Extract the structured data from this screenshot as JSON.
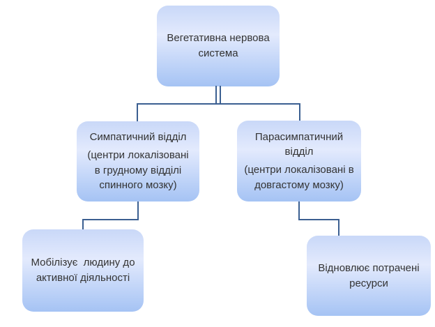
{
  "diagram": {
    "background": "#ffffff",
    "colors": {
      "connector": "#3b5f91",
      "node_fill_top": "#c9d8f8",
      "node_fill_mid": "#e3eafd",
      "node_fill_bottom": "#a5c3f4",
      "text": "#333333",
      "background": "#ffffff"
    },
    "nodes": {
      "root": {
        "title": "Вегетативна нервова система"
      },
      "sympathetic": {
        "title": "Симпатичний відділ",
        "note": "(центри локалізовані в грудному відділі спинного мозку)"
      },
      "parasympathetic": {
        "title": "Парасимпатичний відділ",
        "note": "(центри локалізовані в довгастому мозку)"
      },
      "sympathetic_effect": {
        "title": "Мобілізує  людину до активної діяльності"
      },
      "parasympathetic_effect": {
        "title": "Відновлює потрачені ресурси"
      }
    }
  }
}
